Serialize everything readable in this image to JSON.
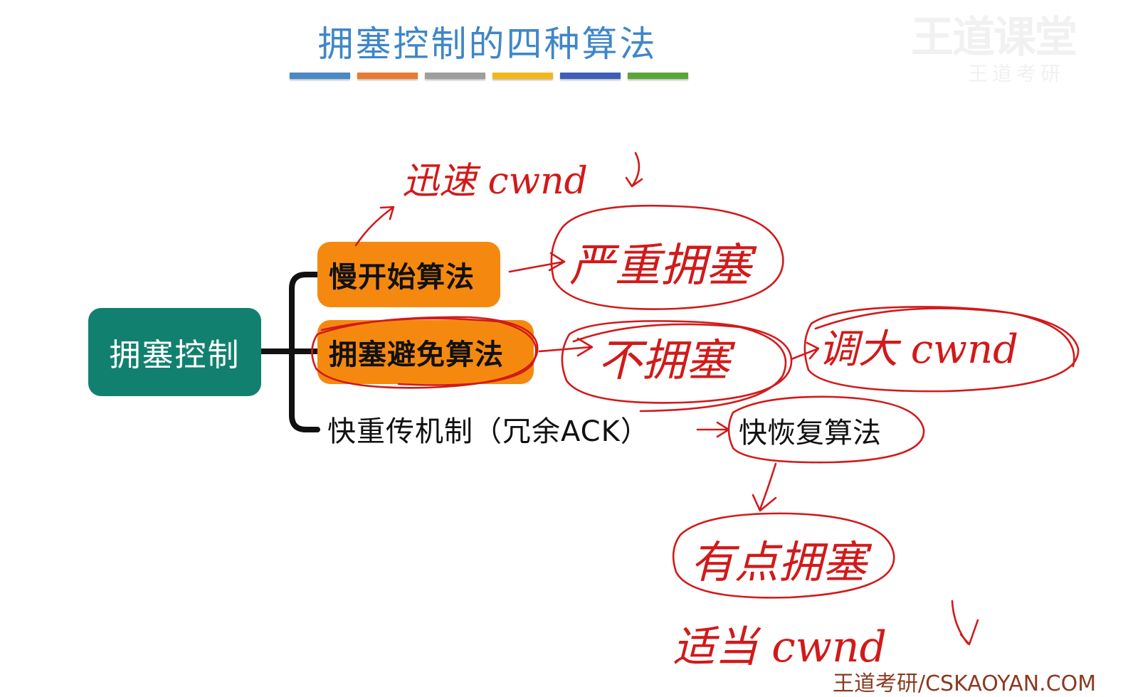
{
  "page_title": "拥塞控制的四种算法",
  "title_bar_colors": [
    "#4a88c7",
    "#e87b2e",
    "#9e9e9e",
    "#f2b81a",
    "#3d5fb8",
    "#5aa53a"
  ],
  "watermark": {
    "main": "王道课堂",
    "sub": "王道考研"
  },
  "mindmap": {
    "root": "拥塞控制",
    "branches": [
      {
        "label": "慢开始算法",
        "highlighted": true
      },
      {
        "label": "拥塞避免算法",
        "highlighted": true
      },
      {
        "label": "快重传机制（冗余ACK）",
        "highlighted": false
      }
    ]
  },
  "annotations": {
    "slow_start_note": "迅速 cwnd",
    "slow_start_condition": "严重拥塞",
    "avoidance_condition": "不拥塞",
    "avoidance_action": "调大 cwnd",
    "fast_retransmit_result": "快恢复算法",
    "fast_recovery_condition": "有点拥塞",
    "fast_recovery_action": "适当 cwnd"
  },
  "colors": {
    "root_node": "#12806f",
    "branch_highlight": "#f5890f",
    "ink": "#d11a1a",
    "title": "#3f86c8"
  },
  "footer": "王道考研/CSKAOYAN.COM"
}
